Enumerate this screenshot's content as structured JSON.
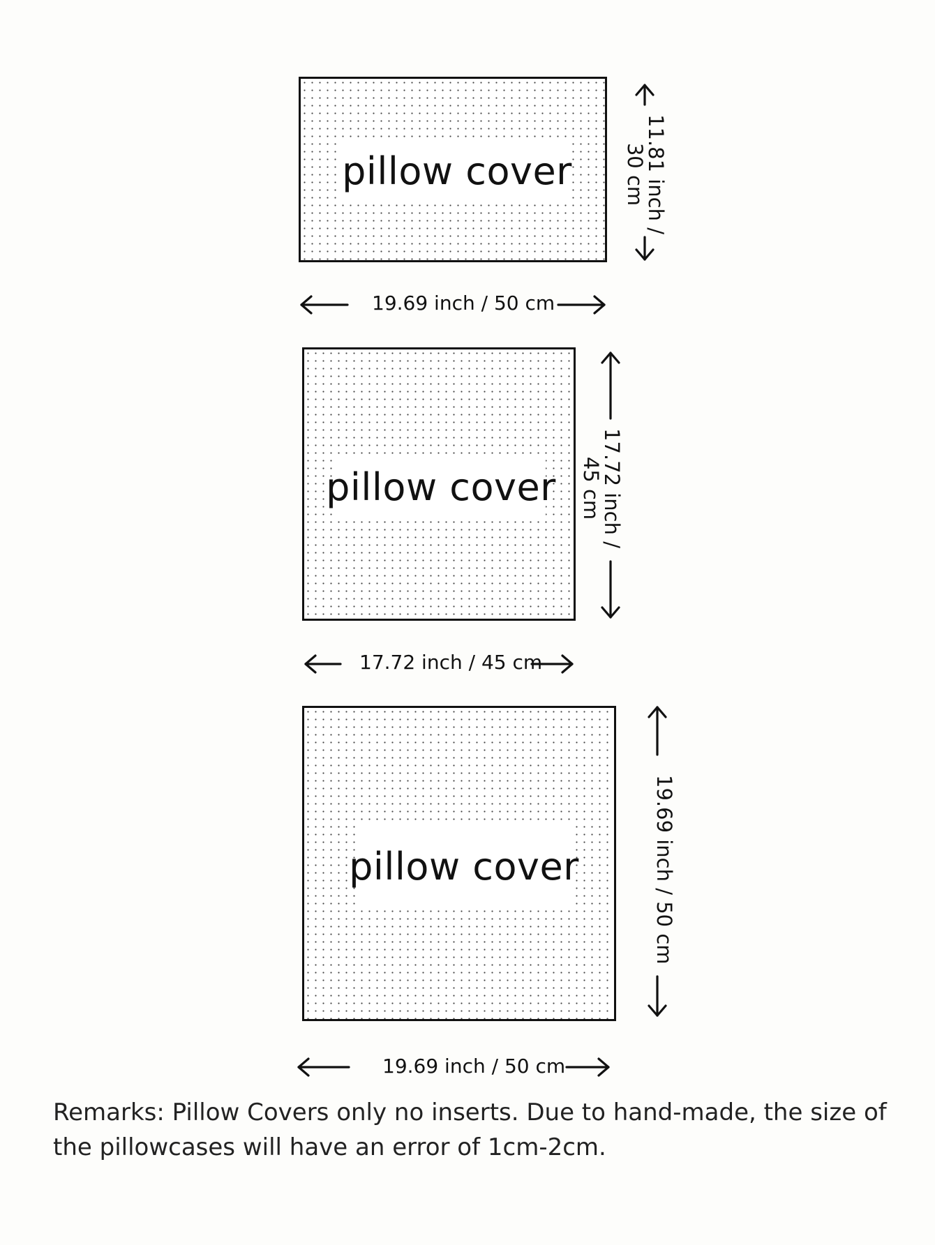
{
  "covers": [
    {
      "label": "pillow cover",
      "width_text": "19.69 inch / 50 cm",
      "height_text_1": "11.81 inch /",
      "height_text_2": "30 cm"
    },
    {
      "label": "pillow cover",
      "width_text": "17.72 inch / 45 cm",
      "height_text_1": "17.72 inch /",
      "height_text_2": "45 cm"
    },
    {
      "label": "pillow cover",
      "width_text": "19.69 inch / 50 cm",
      "height_text": "19.69 inch  / 50 cm"
    }
  ],
  "remarks": {
    "line1": "Remarks:  Pillow Covers only no inserts. Due to hand-made, the size of",
    "line2": "the pillowcases will have an error of 1cm-2cm."
  }
}
